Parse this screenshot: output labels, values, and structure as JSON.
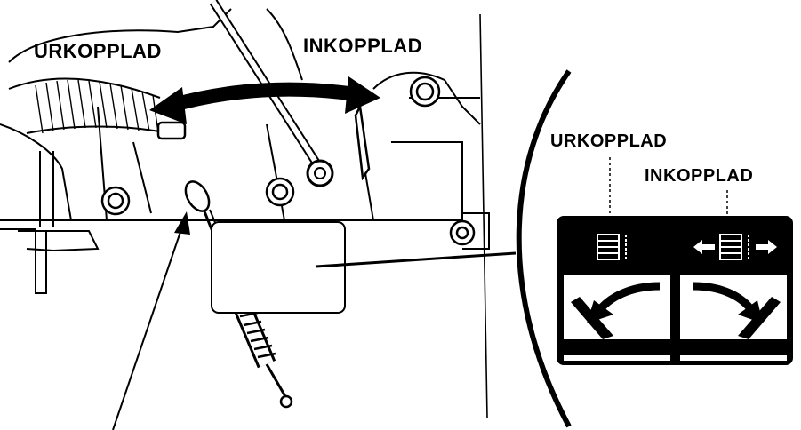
{
  "labels": {
    "disengaged": "URKOPPLAD",
    "engaged": "INKOPPLAD"
  },
  "decal": {
    "disengaged": "URKOPPLAD",
    "engaged": "INKOPPLAD"
  },
  "icons": {
    "lever_motion": "double-headed-arrow-icon",
    "auger_symbol": "auger-icon",
    "lever_left": "lever-disengaged-icon",
    "lever_right": "lever-engaged-icon"
  },
  "colors": {
    "ink": "#000000",
    "paper": "#ffffff"
  }
}
